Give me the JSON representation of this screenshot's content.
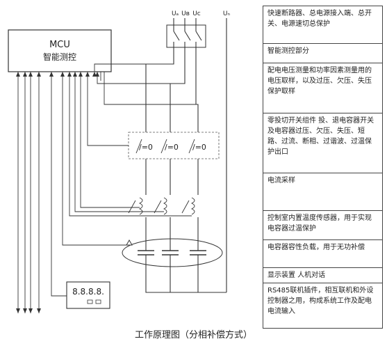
{
  "diagram": {
    "mcu": {
      "line1": "MCU",
      "line2": "智能测控"
    },
    "bus_labels": {
      "ua": "Uₐ",
      "ub": "Uʙ",
      "uc": "Uc",
      "un": "Uₙ"
    },
    "switch_labels": [
      "/=0",
      "/=0",
      "/=0"
    ],
    "display_digits": "8.8.8.8.",
    "caption": "工作原理图（分相补偿方式）"
  },
  "legend": [
    "快速断路器、总电源接入端、总开关、电源速切总保护",
    "智能测控部分",
    "配电电压测量和功率因素测量用的电压取样，以及过压、欠压、失压保护取样",
    "零投切开关组件 投、退电容器开关及电容器过压、欠压、失压、短路、过流、断相、过谐波、过温保护出口",
    "电流采样",
    "控制室内置温度传感器，用于实现电容器过温保护",
    "电容器容性负载，用于无功补偿",
    "显示装置 人机对话",
    "RS485联机插件，相互联机和外设控制器之用，构成系统工作及配电电流输入"
  ]
}
